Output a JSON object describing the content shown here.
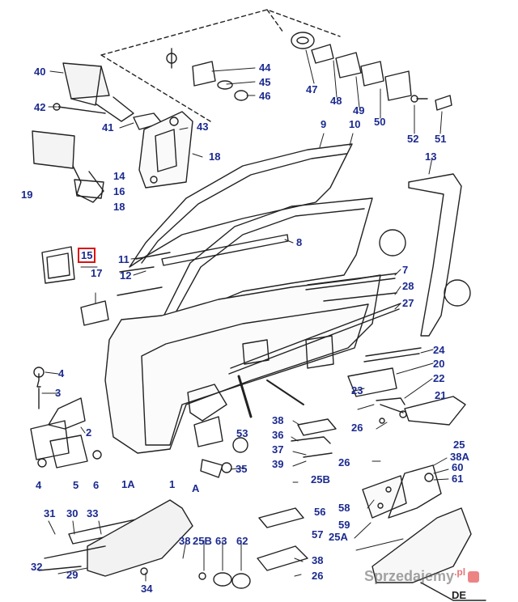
{
  "diagram": {
    "labels": [
      {
        "id": "40",
        "text": "40"
      },
      {
        "id": "42",
        "text": "42"
      },
      {
        "id": "41",
        "text": "41"
      },
      {
        "id": "43",
        "text": "43"
      },
      {
        "id": "44",
        "text": "44"
      },
      {
        "id": "45",
        "text": "45"
      },
      {
        "id": "46",
        "text": "46"
      },
      {
        "id": "47",
        "text": "47"
      },
      {
        "id": "48",
        "text": "48"
      },
      {
        "id": "49",
        "text": "49"
      },
      {
        "id": "50",
        "text": "50"
      },
      {
        "id": "52",
        "text": "52"
      },
      {
        "id": "51",
        "text": "51"
      },
      {
        "id": "9",
        "text": "9"
      },
      {
        "id": "10",
        "text": "10"
      },
      {
        "id": "18a",
        "text": "18"
      },
      {
        "id": "14",
        "text": "14"
      },
      {
        "id": "16",
        "text": "16"
      },
      {
        "id": "19",
        "text": "19"
      },
      {
        "id": "18b",
        "text": "18"
      },
      {
        "id": "13",
        "text": "13"
      },
      {
        "id": "8",
        "text": "8"
      },
      {
        "id": "11",
        "text": "11"
      },
      {
        "id": "15",
        "text": "15"
      },
      {
        "id": "12",
        "text": "12"
      },
      {
        "id": "17",
        "text": "17"
      },
      {
        "id": "7",
        "text": "7"
      },
      {
        "id": "28",
        "text": "28"
      },
      {
        "id": "27",
        "text": "27"
      },
      {
        "id": "24",
        "text": "24"
      },
      {
        "id": "20",
        "text": "20"
      },
      {
        "id": "22",
        "text": "22"
      },
      {
        "id": "4a",
        "text": "4"
      },
      {
        "id": "3",
        "text": "3"
      },
      {
        "id": "21",
        "text": "21"
      },
      {
        "id": "23",
        "text": "23"
      },
      {
        "id": "2",
        "text": "2"
      },
      {
        "id": "38a",
        "text": "38"
      },
      {
        "id": "53",
        "text": "53"
      },
      {
        "id": "36",
        "text": "36"
      },
      {
        "id": "26a",
        "text": "26"
      },
      {
        "id": "37",
        "text": "37"
      },
      {
        "id": "25a",
        "text": "25"
      },
      {
        "id": "35",
        "text": "35"
      },
      {
        "id": "39",
        "text": "39"
      },
      {
        "id": "26b",
        "text": "26"
      },
      {
        "id": "38A",
        "text": "38A"
      },
      {
        "id": "60",
        "text": "60"
      },
      {
        "id": "4b",
        "text": "4"
      },
      {
        "id": "5",
        "text": "5"
      },
      {
        "id": "6",
        "text": "6"
      },
      {
        "id": "1A",
        "text": "1A"
      },
      {
        "id": "1",
        "text": "1"
      },
      {
        "id": "A",
        "text": "A"
      },
      {
        "id": "25B",
        "text": "25B"
      },
      {
        "id": "61",
        "text": "61"
      },
      {
        "id": "56",
        "text": "56"
      },
      {
        "id": "58",
        "text": "58"
      },
      {
        "id": "31",
        "text": "31"
      },
      {
        "id": "30",
        "text": "30"
      },
      {
        "id": "33",
        "text": "33"
      },
      {
        "id": "59",
        "text": "59"
      },
      {
        "id": "57",
        "text": "57"
      },
      {
        "id": "25A",
        "text": "25A"
      },
      {
        "id": "38b",
        "text": "38"
      },
      {
        "id": "25B2",
        "text": "25B"
      },
      {
        "id": "63",
        "text": "63"
      },
      {
        "id": "62",
        "text": "62"
      },
      {
        "id": "32",
        "text": "32"
      },
      {
        "id": "29",
        "text": "29"
      },
      {
        "id": "38c",
        "text": "38"
      },
      {
        "id": "26c",
        "text": "26"
      },
      {
        "id": "34",
        "text": "34"
      },
      {
        "id": "DE",
        "text": "DE"
      }
    ],
    "highlighted_label": "15"
  },
  "watermark": {
    "text": "Sprzedajemy",
    "suffix": ".pl"
  },
  "colors": {
    "label": "#1b2a8f",
    "highlight": "#dd1111",
    "line": "#222222"
  }
}
